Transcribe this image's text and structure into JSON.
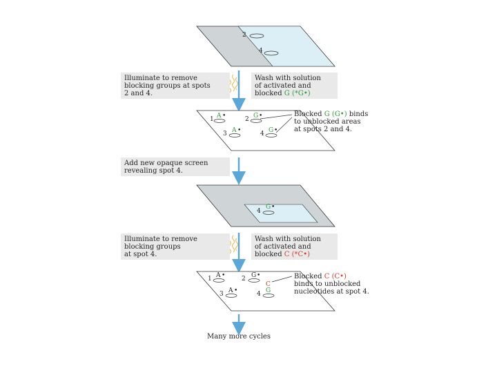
{
  "steps": {
    "illuminate1": [
      "Illuminate to remove",
      "blocking groups at spots",
      "2 and 4."
    ],
    "wash1": [
      "Wash with solution",
      "of activated and",
      "blocked"
    ],
    "wash1_g": "G",
    "wash1_gact": "(*G•)",
    "binds1_pre": "Blocked",
    "binds1_g": "G",
    "binds1_gdot": "(G•)",
    "binds1_post": "binds",
    "binds1_rest": [
      "to unblocked areas",
      "at spots 2 and 4."
    ],
    "screen": [
      "Add new opaque screen",
      "revealing spot 4."
    ],
    "illuminate2": [
      "Illuminate to remove",
      "blocking groups",
      "at spot 4."
    ],
    "wash2": [
      "Wash with solution",
      "of activated and",
      "blocked"
    ],
    "wash2_c": "C",
    "wash2_cact": "(*C•)",
    "binds2_pre": "Blocked",
    "binds2_c": "C",
    "binds2_cdot": "(C•)",
    "binds2_rest": [
      "binds to unblocked",
      "nucleotides at spot 4."
    ],
    "final": "Many more cycles"
  },
  "spots": {
    "n1": "1",
    "n2": "2",
    "n3": "3",
    "n4": "4",
    "A": "A",
    "G": "G",
    "C": "C",
    "dot": "•"
  },
  "colors": {
    "arrow": "#5aa7d8",
    "green": "#2e9a3e",
    "red": "#d23a2a",
    "screen_grey": "#cfd4d6",
    "glass": "#dceff6",
    "wave": "#e8b84a"
  }
}
